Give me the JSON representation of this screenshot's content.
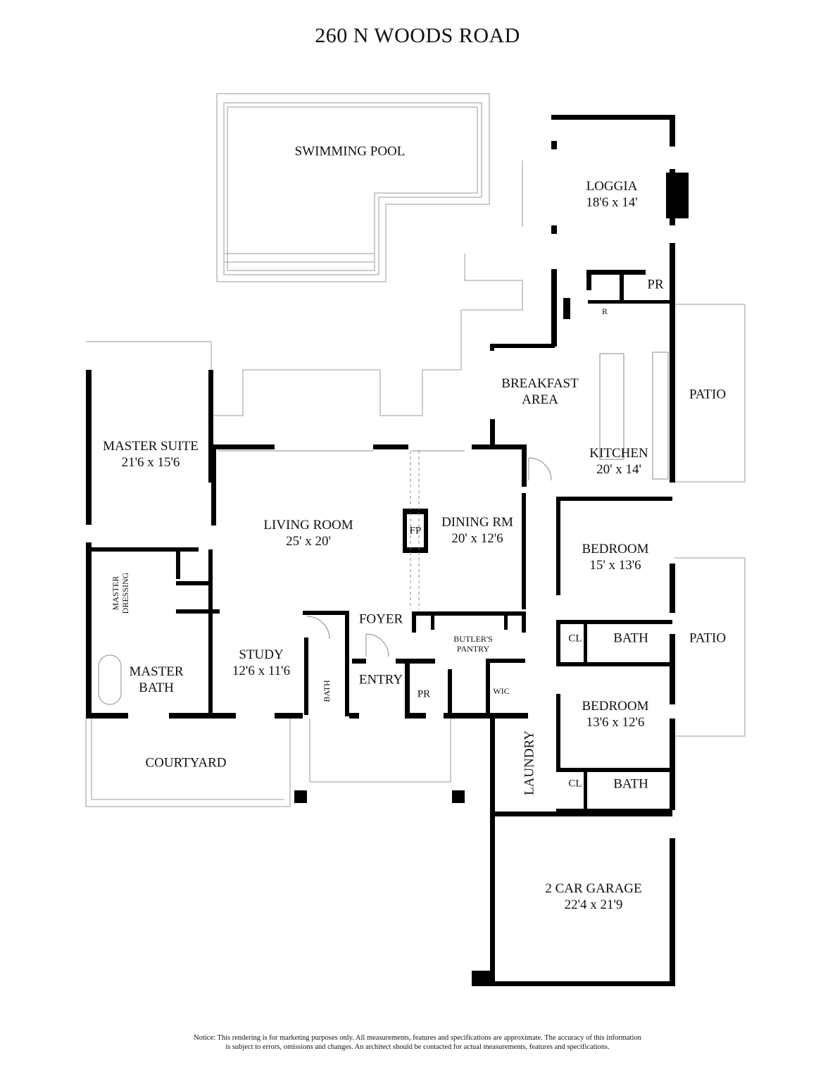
{
  "title": "260 N WOODS ROAD",
  "rooms": {
    "swimming_pool": {
      "name": "SWIMMING POOL"
    },
    "loggia": {
      "name": "LOGGIA",
      "dims": "18'6 x 14'"
    },
    "pr_upper": {
      "name": "PR"
    },
    "refrigerator": {
      "name": "R"
    },
    "breakfast": {
      "name": "BREAKFAST",
      "name2": "AREA"
    },
    "kitchen": {
      "name": "KITCHEN",
      "dims": "20' x 14'"
    },
    "patio_upper": {
      "name": "PATIO"
    },
    "master_suite": {
      "name": "MASTER SUITE",
      "dims": "21'6 x 15'6"
    },
    "living_room": {
      "name": "LIVING ROOM",
      "dims": "25' x 20'"
    },
    "fireplace": {
      "name": "FP"
    },
    "dining_room": {
      "name": "DINING RM",
      "dims": "20' x 12'6"
    },
    "bedroom1": {
      "name": "BEDROOM",
      "dims": "15' x 13'6"
    },
    "cl1": {
      "name": "CL"
    },
    "bath1": {
      "name": "BATH"
    },
    "patio_lower": {
      "name": "PATIO"
    },
    "master_dressing": {
      "name": "MASTER",
      "name2": "DRESSING"
    },
    "master_bath": {
      "name": "MASTER",
      "name2": "BATH"
    },
    "study": {
      "name": "STUDY",
      "dims": "12'6 x 11'6"
    },
    "study_bath": {
      "name": "BATH"
    },
    "foyer": {
      "name": "FOYER"
    },
    "entry": {
      "name": "ENTRY"
    },
    "pr_lower": {
      "name": "PR"
    },
    "butlers_pantry": {
      "name": "BUTLER'S",
      "name2": "PANTRY"
    },
    "wic": {
      "name": "WIC"
    },
    "bedroom2": {
      "name": "BEDROOM",
      "dims": "13'6 x 12'6"
    },
    "cl2": {
      "name": "CL"
    },
    "bath2": {
      "name": "BATH"
    },
    "laundry": {
      "name": "LAUNDRY"
    },
    "courtyard": {
      "name": "COURTYARD"
    },
    "garage": {
      "name": "2 CAR GARAGE",
      "dims": "22'4 x 21'9"
    }
  },
  "notice": {
    "line1": "Notice: This rendering is for marketing purposes only. All measurements, features and specifications are approximate. The accuracy of this information",
    "line2": "is subject to errors, omissions and changes. An architect should be contacted for actual measurements, features and specifications."
  }
}
